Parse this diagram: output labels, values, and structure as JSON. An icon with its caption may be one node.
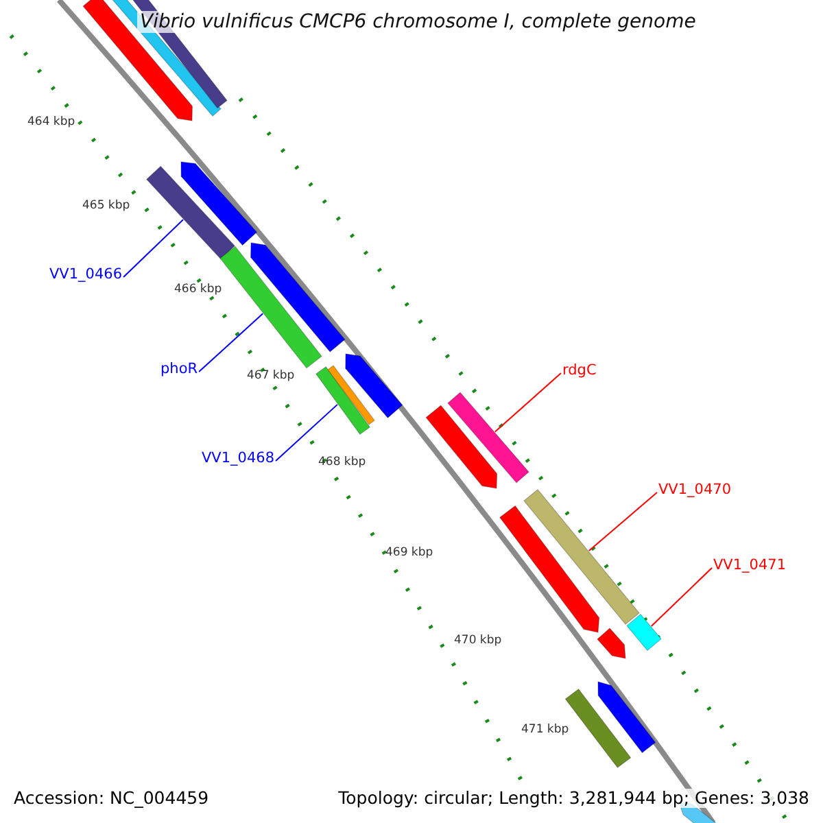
{
  "diagram": {
    "title": "Vibrio vulnificus CMCP6 chromosome I, complete genome",
    "nodes": [
      {
        "text": [
          "VV1_0466"
        ]
      },
      {
        "text": [],
        "shape": "bar"
      },
      {
        "text": [
          "phoR"
        ]
      },
      {
        "text": [],
        "shape": "bar"
      },
      {
        "text": [
          "VV1_0468"
        ]
      },
      {
        "text": [],
        "shape": "bar"
      },
      {
        "text": [
          "rdgC"
        ]
      },
      {
        "text": [],
        "shape": "bar"
      },
      {
        "text": [
          "VV1_0470"
        ]
      },
      {
        "text": [],
        "shape": "bar"
      },
      {
        "text": [
          "VV1_0471"
        ]
      },
      {
        "text": [],
        "shape": "bar"
      },
      {
        "text": [],
        "shape": "bar"
      },
      {
        "text": [],
        "shape": "bar"
      },
      {
        "text": [],
        "shape": "bar"
      },
      {
        "text": [],
        "shape": "bar"
      },
      {
        "text": [],
        "shape": "bar"
      },
      {
        "text": [],
        "shape": "bar"
      },
      {
        "text": [],
        "shape": "bar"
      },
      {
        "text": [],
        "shape": "bar"
      },
      {
        "text": [],
        "shape": "bar"
      },
      {
        "text": [],
        "shape": "bar"
      },
      {
        "text": [],
        "shape": "bar"
      },
      {
        "text": [],
        "shape": "bar"
      },
      {
        "text": [],
        "shape": "bar"
      }
    ],
    "edges": [
      {
        "from": 0,
        "to": 1,
        "arrow": "none"
      },
      {
        "from": 2,
        "to": 3,
        "arrow": "none"
      },
      {
        "from": 4,
        "to": 5,
        "arrow": "none"
      },
      {
        "from": 6,
        "to": 7,
        "arrow": "none",
        "color": "#ff0000"
      },
      {
        "from": 8,
        "to": 9,
        "arrow": "none",
        "color": "#ff0000"
      },
      {
        "from": 10,
        "to": 11,
        "arrow": "none",
        "color": "#ff0000"
      }
    ],
    "labels": [
      "464 kbp",
      "465 kbp",
      "466 kbp",
      "467 kbp",
      "468 kbp",
      "469 kbp",
      "470 kbp",
      "471 kbp",
      "Accession: NC_004459",
      "Topology: circular; Length: 3,281,944 bp; Genes: 3,038"
    ]
  }
}
